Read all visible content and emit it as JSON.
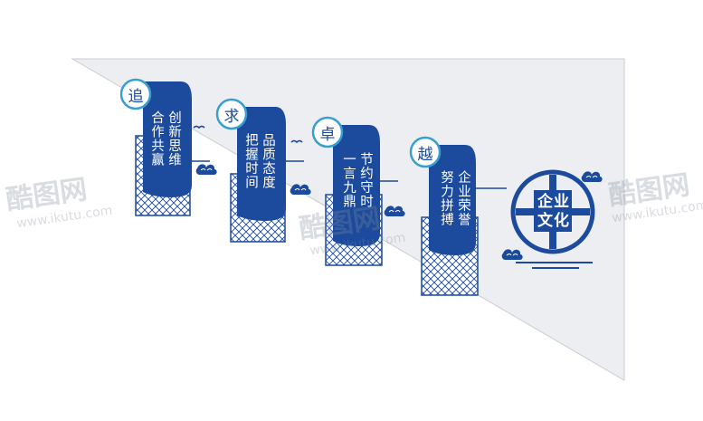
{
  "panels": [
    {
      "badge": "追",
      "col1": "创新思维",
      "col2": "合作共赢"
    },
    {
      "badge": "求",
      "col1": "品质态度",
      "col2": "把握时间"
    },
    {
      "badge": "卓",
      "col1": "节约守时",
      "col2": "一言九鼎"
    },
    {
      "badge": "越",
      "col1": "企业荣誉",
      "col2": "努力拼搏"
    }
  ],
  "emblem": {
    "line1": "企业",
    "line2": "文化"
  },
  "watermark": {
    "brand": "酷图网",
    "url": "www.ikutu.com"
  },
  "colors": {
    "primary": "#1c4a9c",
    "wall": "#eceef1",
    "accent": "#3a9fd0"
  }
}
